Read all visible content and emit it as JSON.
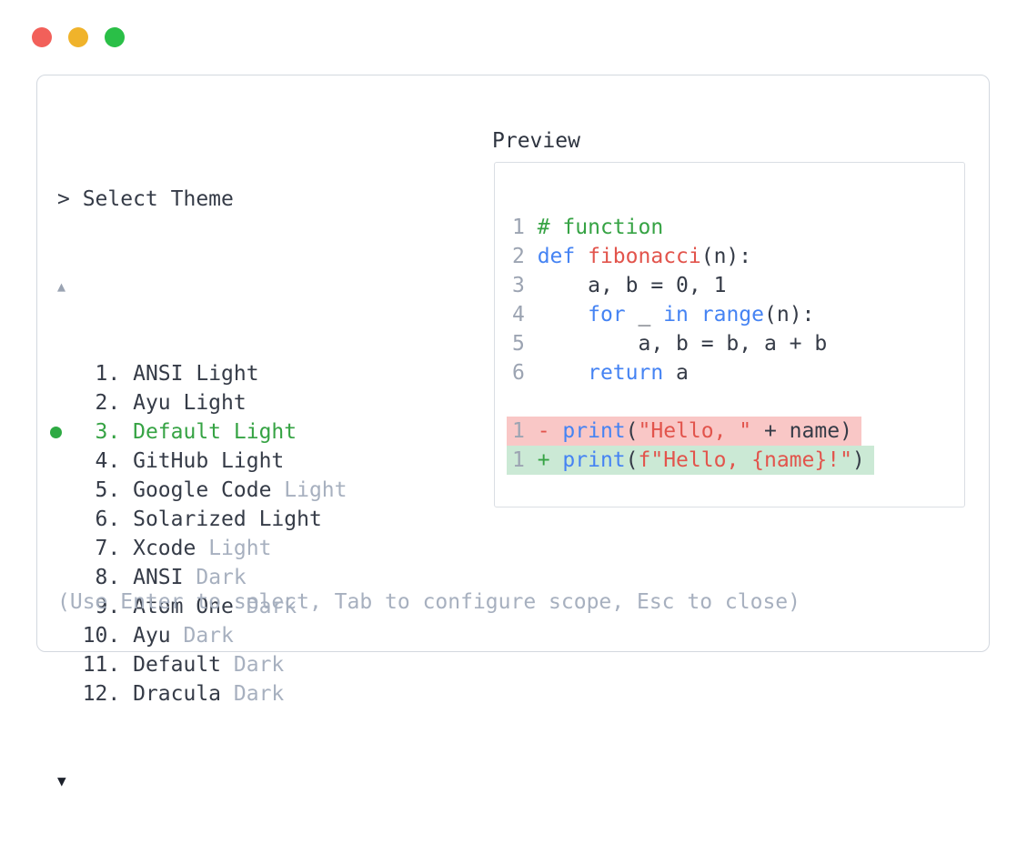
{
  "window": {
    "traffic_lights": {
      "red": "#f2605a",
      "yellow": "#f0b32b",
      "green": "#2abf47"
    }
  },
  "theme_picker": {
    "prompt": "> Select Theme",
    "scroll_up_icon": "▲",
    "scroll_down_icon": "▼",
    "items": [
      {
        "number": "1",
        "name": "ANSI",
        "variant": "Light",
        "variant_muted": false,
        "selected": false
      },
      {
        "number": "2",
        "name": "Ayu",
        "variant": "Light",
        "variant_muted": false,
        "selected": false
      },
      {
        "number": "3",
        "name": "Default",
        "variant": "Light",
        "variant_muted": false,
        "selected": true
      },
      {
        "number": "4",
        "name": "GitHub",
        "variant": "Light",
        "variant_muted": false,
        "selected": false
      },
      {
        "number": "5",
        "name": "Google Code",
        "variant": "Light",
        "variant_muted": true,
        "selected": false
      },
      {
        "number": "6",
        "name": "Solarized",
        "variant": "Light",
        "variant_muted": false,
        "selected": false
      },
      {
        "number": "7",
        "name": "Xcode",
        "variant": "Light",
        "variant_muted": true,
        "selected": false
      },
      {
        "number": "8",
        "name": "ANSI",
        "variant": "Dark",
        "variant_muted": true,
        "selected": false
      },
      {
        "number": "9",
        "name": "Atom One",
        "variant": "Dark",
        "variant_muted": true,
        "selected": false
      },
      {
        "number": "10",
        "name": "Ayu",
        "variant": "Dark",
        "variant_muted": true,
        "selected": false
      },
      {
        "number": "11",
        "name": "Default",
        "variant": "Dark",
        "variant_muted": true,
        "selected": false
      },
      {
        "number": "12",
        "name": "Dracula",
        "variant": "Dark",
        "variant_muted": true,
        "selected": false
      }
    ],
    "hint": "(Use Enter to select, Tab to configure scope, Esc to close)"
  },
  "preview": {
    "label": "Preview",
    "code_lines": [
      {
        "ln": "1",
        "tokens": [
          {
            "t": "# function",
            "c": "green"
          }
        ]
      },
      {
        "ln": "2",
        "tokens": [
          {
            "t": "def",
            "c": "blue"
          },
          {
            "t": " ",
            "c": "fg"
          },
          {
            "t": "fibonacci",
            "c": "red"
          },
          {
            "t": "(n):",
            "c": "fg"
          }
        ]
      },
      {
        "ln": "3",
        "tokens": [
          {
            "t": "    a, b = 0, 1",
            "c": "fg"
          }
        ]
      },
      {
        "ln": "4",
        "tokens": [
          {
            "t": "    ",
            "c": "fg"
          },
          {
            "t": "for",
            "c": "blue"
          },
          {
            "t": " _ ",
            "c": "fg"
          },
          {
            "t": "in",
            "c": "blue"
          },
          {
            "t": " ",
            "c": "fg"
          },
          {
            "t": "range",
            "c": "blue"
          },
          {
            "t": "(n):",
            "c": "fg"
          }
        ]
      },
      {
        "ln": "5",
        "tokens": [
          {
            "t": "        a, b = b, a + b",
            "c": "fg"
          }
        ]
      },
      {
        "ln": "6",
        "tokens": [
          {
            "t": "    ",
            "c": "fg"
          },
          {
            "t": "return",
            "c": "blue"
          },
          {
            "t": " a",
            "c": "fg"
          }
        ]
      },
      {
        "ln": "",
        "blank": true,
        "tokens": []
      },
      {
        "ln": "1",
        "diff": "del",
        "tokens": [
          {
            "t": "- ",
            "c": "delmark"
          },
          {
            "t": "print",
            "c": "blue"
          },
          {
            "t": "(",
            "c": "fg"
          },
          {
            "t": "\"Hello, \"",
            "c": "red"
          },
          {
            "t": " + name)",
            "c": "fg"
          }
        ]
      },
      {
        "ln": "1",
        "diff": "add",
        "tokens": [
          {
            "t": "+ ",
            "c": "addmark"
          },
          {
            "t": "print",
            "c": "blue"
          },
          {
            "t": "(",
            "c": "fg"
          },
          {
            "t": "f\"Hello, {name}!\"",
            "c": "red"
          },
          {
            "t": ")",
            "c": "fg"
          }
        ]
      }
    ]
  },
  "colors": {
    "text": "#353b47",
    "muted": "#a7b0bf",
    "line_number": "#9ca4b2",
    "accent_green": "#36a344",
    "keyword_blue": "#4583f3",
    "string_red": "#e2544c",
    "diff_del_bg": "#f9c7c6",
    "diff_add_bg": "#cbe9d5",
    "panel_border": "#d3d8df"
  }
}
